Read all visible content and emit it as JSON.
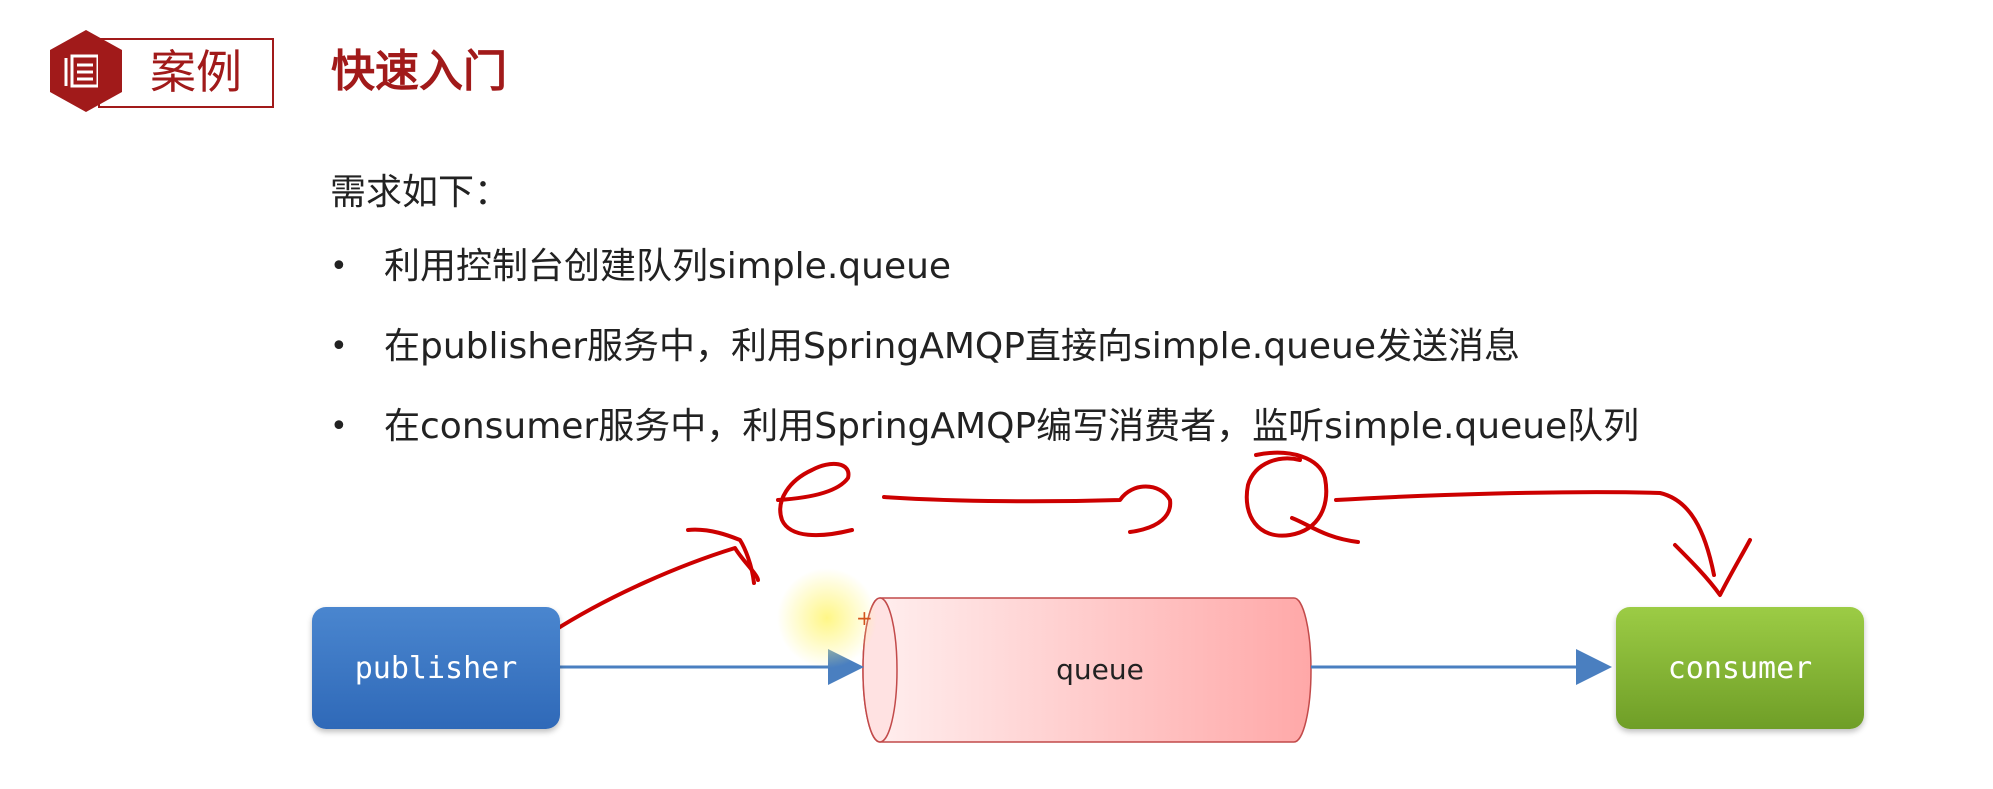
{
  "header": {
    "badge_label": "案例",
    "title": "快速入门"
  },
  "content": {
    "intro": "需求如下：",
    "bullets": [
      "利用控制台创建队列simple.queue",
      "在publisher服务中，利用SpringAMQP直接向simple.queue发送消息",
      "在consumer服务中，利用SpringAMQP编写消费者，监听simple.queue队列"
    ]
  },
  "diagram": {
    "publisher_label": "publisher",
    "queue_label": "queue",
    "consumer_label": "consumer"
  },
  "colors": {
    "accent": "#a11a1a",
    "publisher": "#3a78c4",
    "consumer": "#84b437",
    "queue_fill": "#ffc4c4",
    "arrow": "#4a7fc0",
    "annotation": "#cc0000"
  }
}
